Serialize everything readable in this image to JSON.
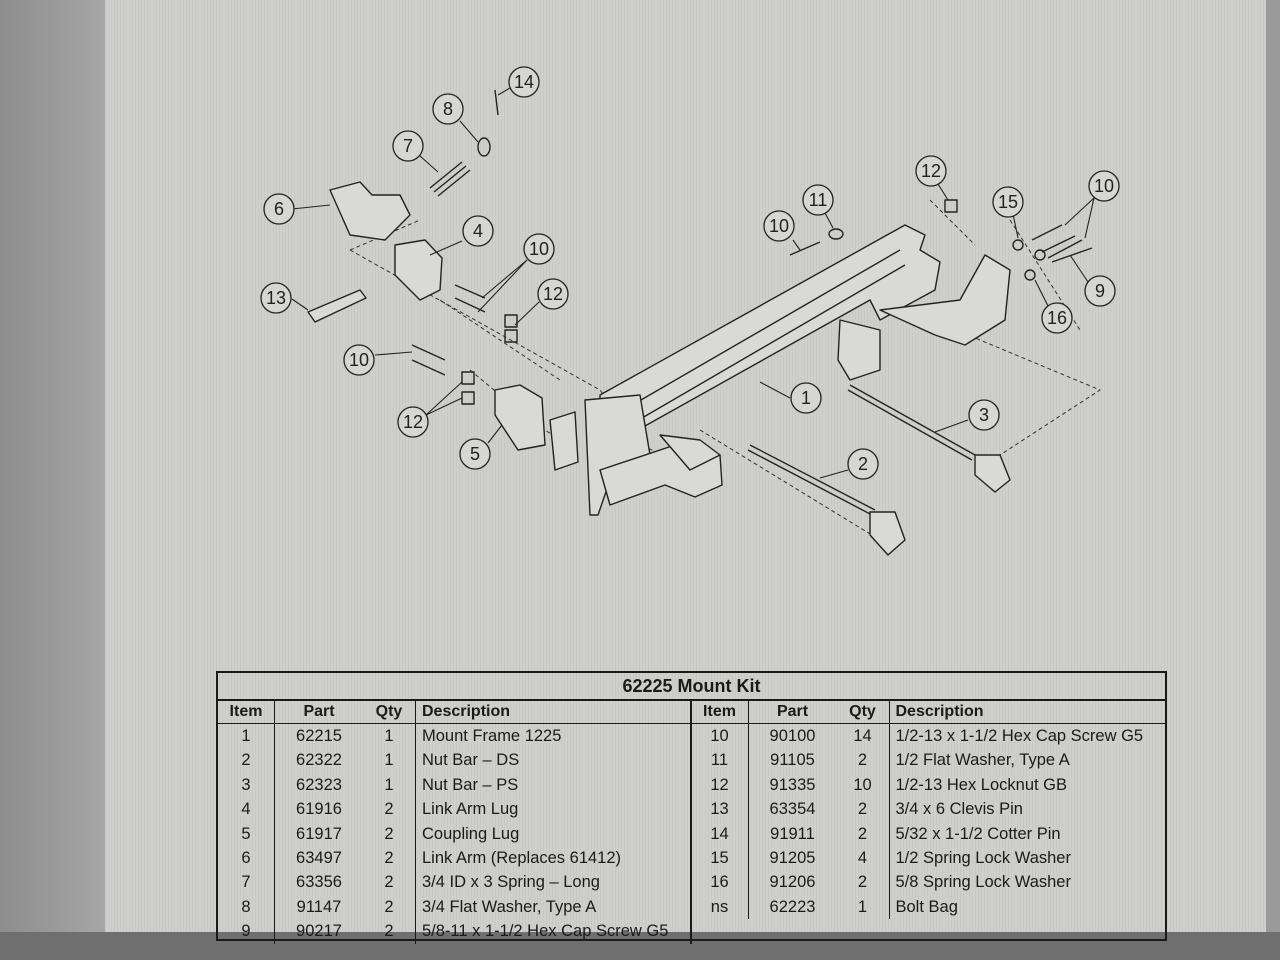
{
  "kit_title": "62225 Mount Kit",
  "columns": {
    "item": "Item",
    "part": "Part",
    "qty": "Qty",
    "description": "Description"
  },
  "left_rows": [
    {
      "item": "1",
      "part": "62215",
      "qty": "1",
      "description": "Mount Frame 1225"
    },
    {
      "item": "2",
      "part": "62322",
      "qty": "1",
      "description": "Nut Bar – DS"
    },
    {
      "item": "3",
      "part": "62323",
      "qty": "1",
      "description": "Nut Bar – PS"
    },
    {
      "item": "4",
      "part": "61916",
      "qty": "2",
      "description": "Link Arm Lug"
    },
    {
      "item": "5",
      "part": "61917",
      "qty": "2",
      "description": "Coupling Lug"
    },
    {
      "item": "6",
      "part": "63497",
      "qty": "2",
      "description": "Link Arm (Replaces 61412)"
    },
    {
      "item": "7",
      "part": "63356",
      "qty": "2",
      "description": "3/4 ID x 3 Spring – Long"
    },
    {
      "item": "8",
      "part": "91147",
      "qty": "2",
      "description": "3/4 Flat Washer, Type A"
    },
    {
      "item": "9",
      "part": "90217",
      "qty": "2",
      "description": "5/8-11 x 1-1/2 Hex Cap Screw G5"
    }
  ],
  "right_rows": [
    {
      "item": "10",
      "part": "90100",
      "qty": "14",
      "description": "1/2-13 x 1-1/2 Hex Cap Screw G5"
    },
    {
      "item": "11",
      "part": "91105",
      "qty": "2",
      "description": "1/2 Flat Washer, Type A"
    },
    {
      "item": "12",
      "part": "91335",
      "qty": "10",
      "description": "1/2-13 Hex Locknut GB"
    },
    {
      "item": "13",
      "part": "63354",
      "qty": "2",
      "description": "3/4 x 6 Clevis Pin"
    },
    {
      "item": "14",
      "part": "91911",
      "qty": "2",
      "description": "5/32 x 1-1/2 Cotter Pin"
    },
    {
      "item": "15",
      "part": "91205",
      "qty": "4",
      "description": "1/2 Spring Lock Washer"
    },
    {
      "item": "16",
      "part": "91206",
      "qty": "2",
      "description": "5/8 Spring Lock Washer"
    },
    {
      "item": "ns",
      "part": "62223",
      "qty": "1",
      "description": "Bolt Bag"
    }
  ],
  "callouts": {
    "c1": "1",
    "c2": "2",
    "c3": "3",
    "c4": "4",
    "c5": "5",
    "c6": "6",
    "c7": "7",
    "c8": "8",
    "c9": "9",
    "c10": "10",
    "c11": "11",
    "c12": "12",
    "c13": "13",
    "c14": "14",
    "c15": "15",
    "c16": "16"
  }
}
